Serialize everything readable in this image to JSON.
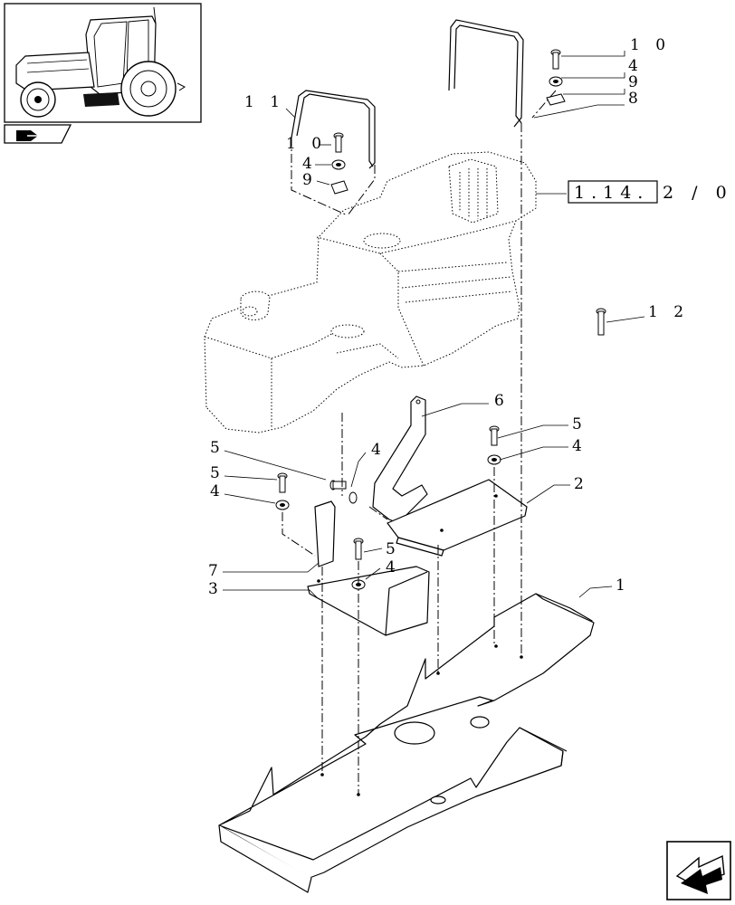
{
  "reference": {
    "boxed": "1.14.",
    "suffix": "2 / 0"
  },
  "callouts": [
    {
      "id": "c1",
      "label": "1"
    },
    {
      "id": "c2",
      "label": "2"
    },
    {
      "id": "c3",
      "label": "3"
    },
    {
      "id": "c4a",
      "label": "4"
    },
    {
      "id": "c4b",
      "label": "4"
    },
    {
      "id": "c4c",
      "label": "4"
    },
    {
      "id": "c4d",
      "label": "4"
    },
    {
      "id": "c4e",
      "label": "4"
    },
    {
      "id": "c4f",
      "label": "4"
    },
    {
      "id": "c5a",
      "label": "5"
    },
    {
      "id": "c5b",
      "label": "5"
    },
    {
      "id": "c5c",
      "label": "5"
    },
    {
      "id": "c5d",
      "label": "5"
    },
    {
      "id": "c6",
      "label": "6"
    },
    {
      "id": "c7",
      "label": "7"
    },
    {
      "id": "c8",
      "label": "8"
    },
    {
      "id": "c9a",
      "label": "9"
    },
    {
      "id": "c9b",
      "label": "9"
    },
    {
      "id": "c10a",
      "label": "1 0"
    },
    {
      "id": "c10b",
      "label": "1 0"
    },
    {
      "id": "c11",
      "label": "1 1"
    },
    {
      "id": "c12",
      "label": "1 2"
    }
  ],
  "icons": {
    "thumbnail": "tractor-thumbnail-icon",
    "section": "section-marker-icon",
    "nav": "next-page-arrow-icon"
  }
}
